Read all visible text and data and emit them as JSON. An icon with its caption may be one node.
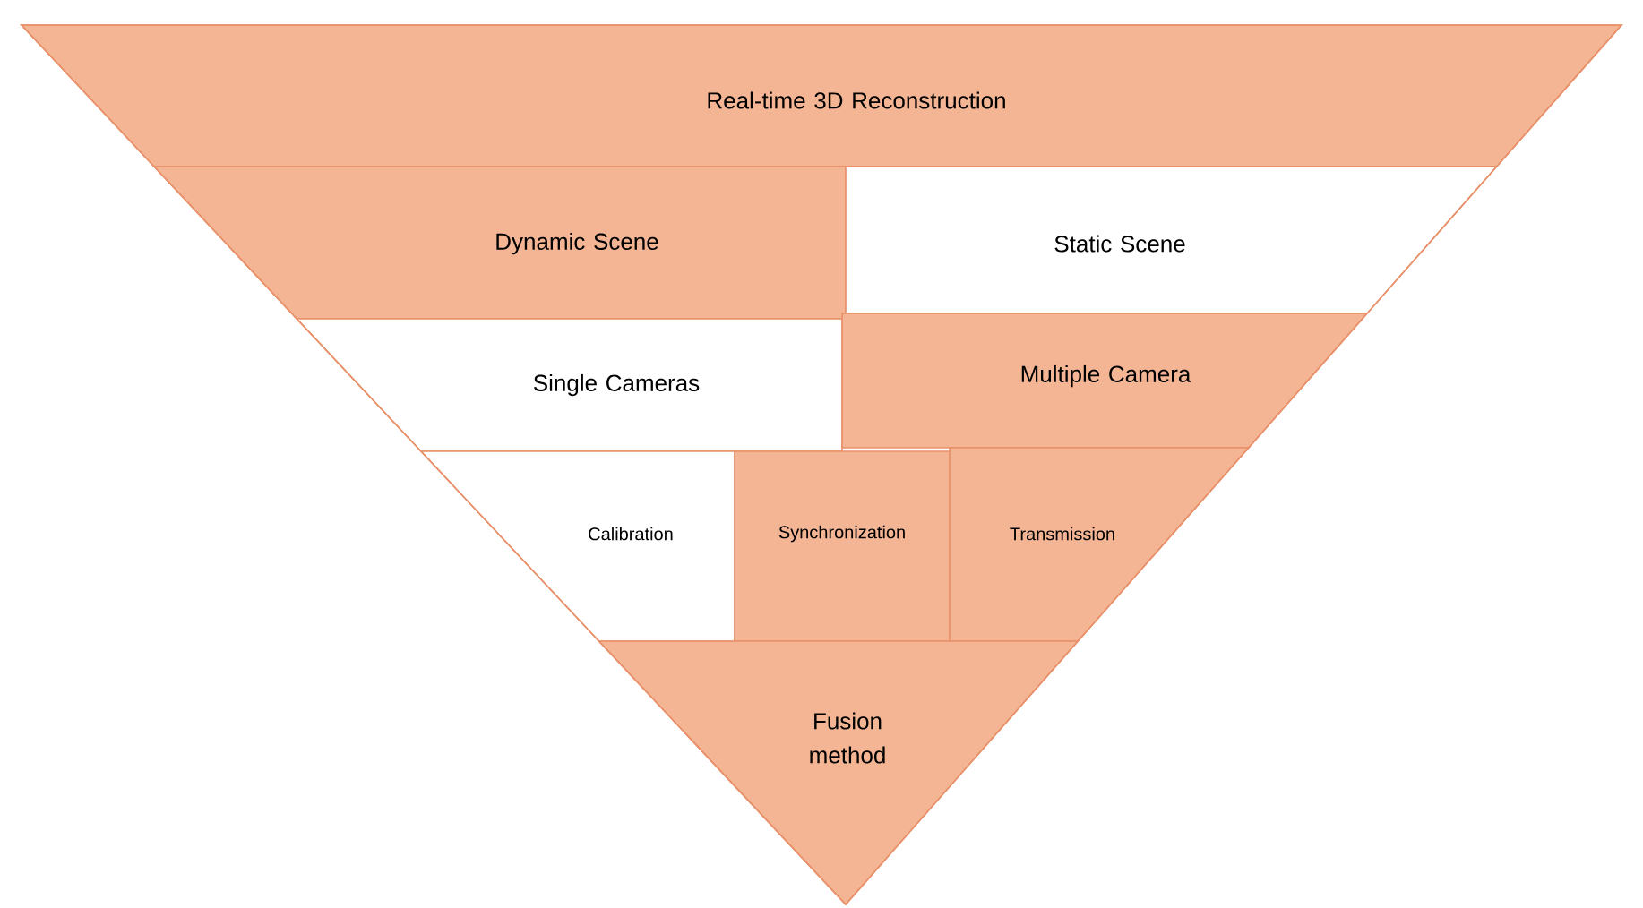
{
  "diagram": {
    "nodes": [
      {
        "text": [
          "Real-time 3D Reconstruction"
        ]
      },
      {
        "text": [
          "Dynamic Scene"
        ]
      },
      {
        "text": [
          "Static Scene"
        ]
      },
      {
        "text": [
          "Single Cameras"
        ]
      },
      {
        "text": [
          "Multiple Camera"
        ]
      },
      {
        "text": [
          "Calibration"
        ]
      },
      {
        "text": [
          "Synchronization"
        ]
      },
      {
        "text": [
          "Transmission"
        ]
      },
      {
        "text": [
          "Fusion method"
        ]
      }
    ]
  }
}
